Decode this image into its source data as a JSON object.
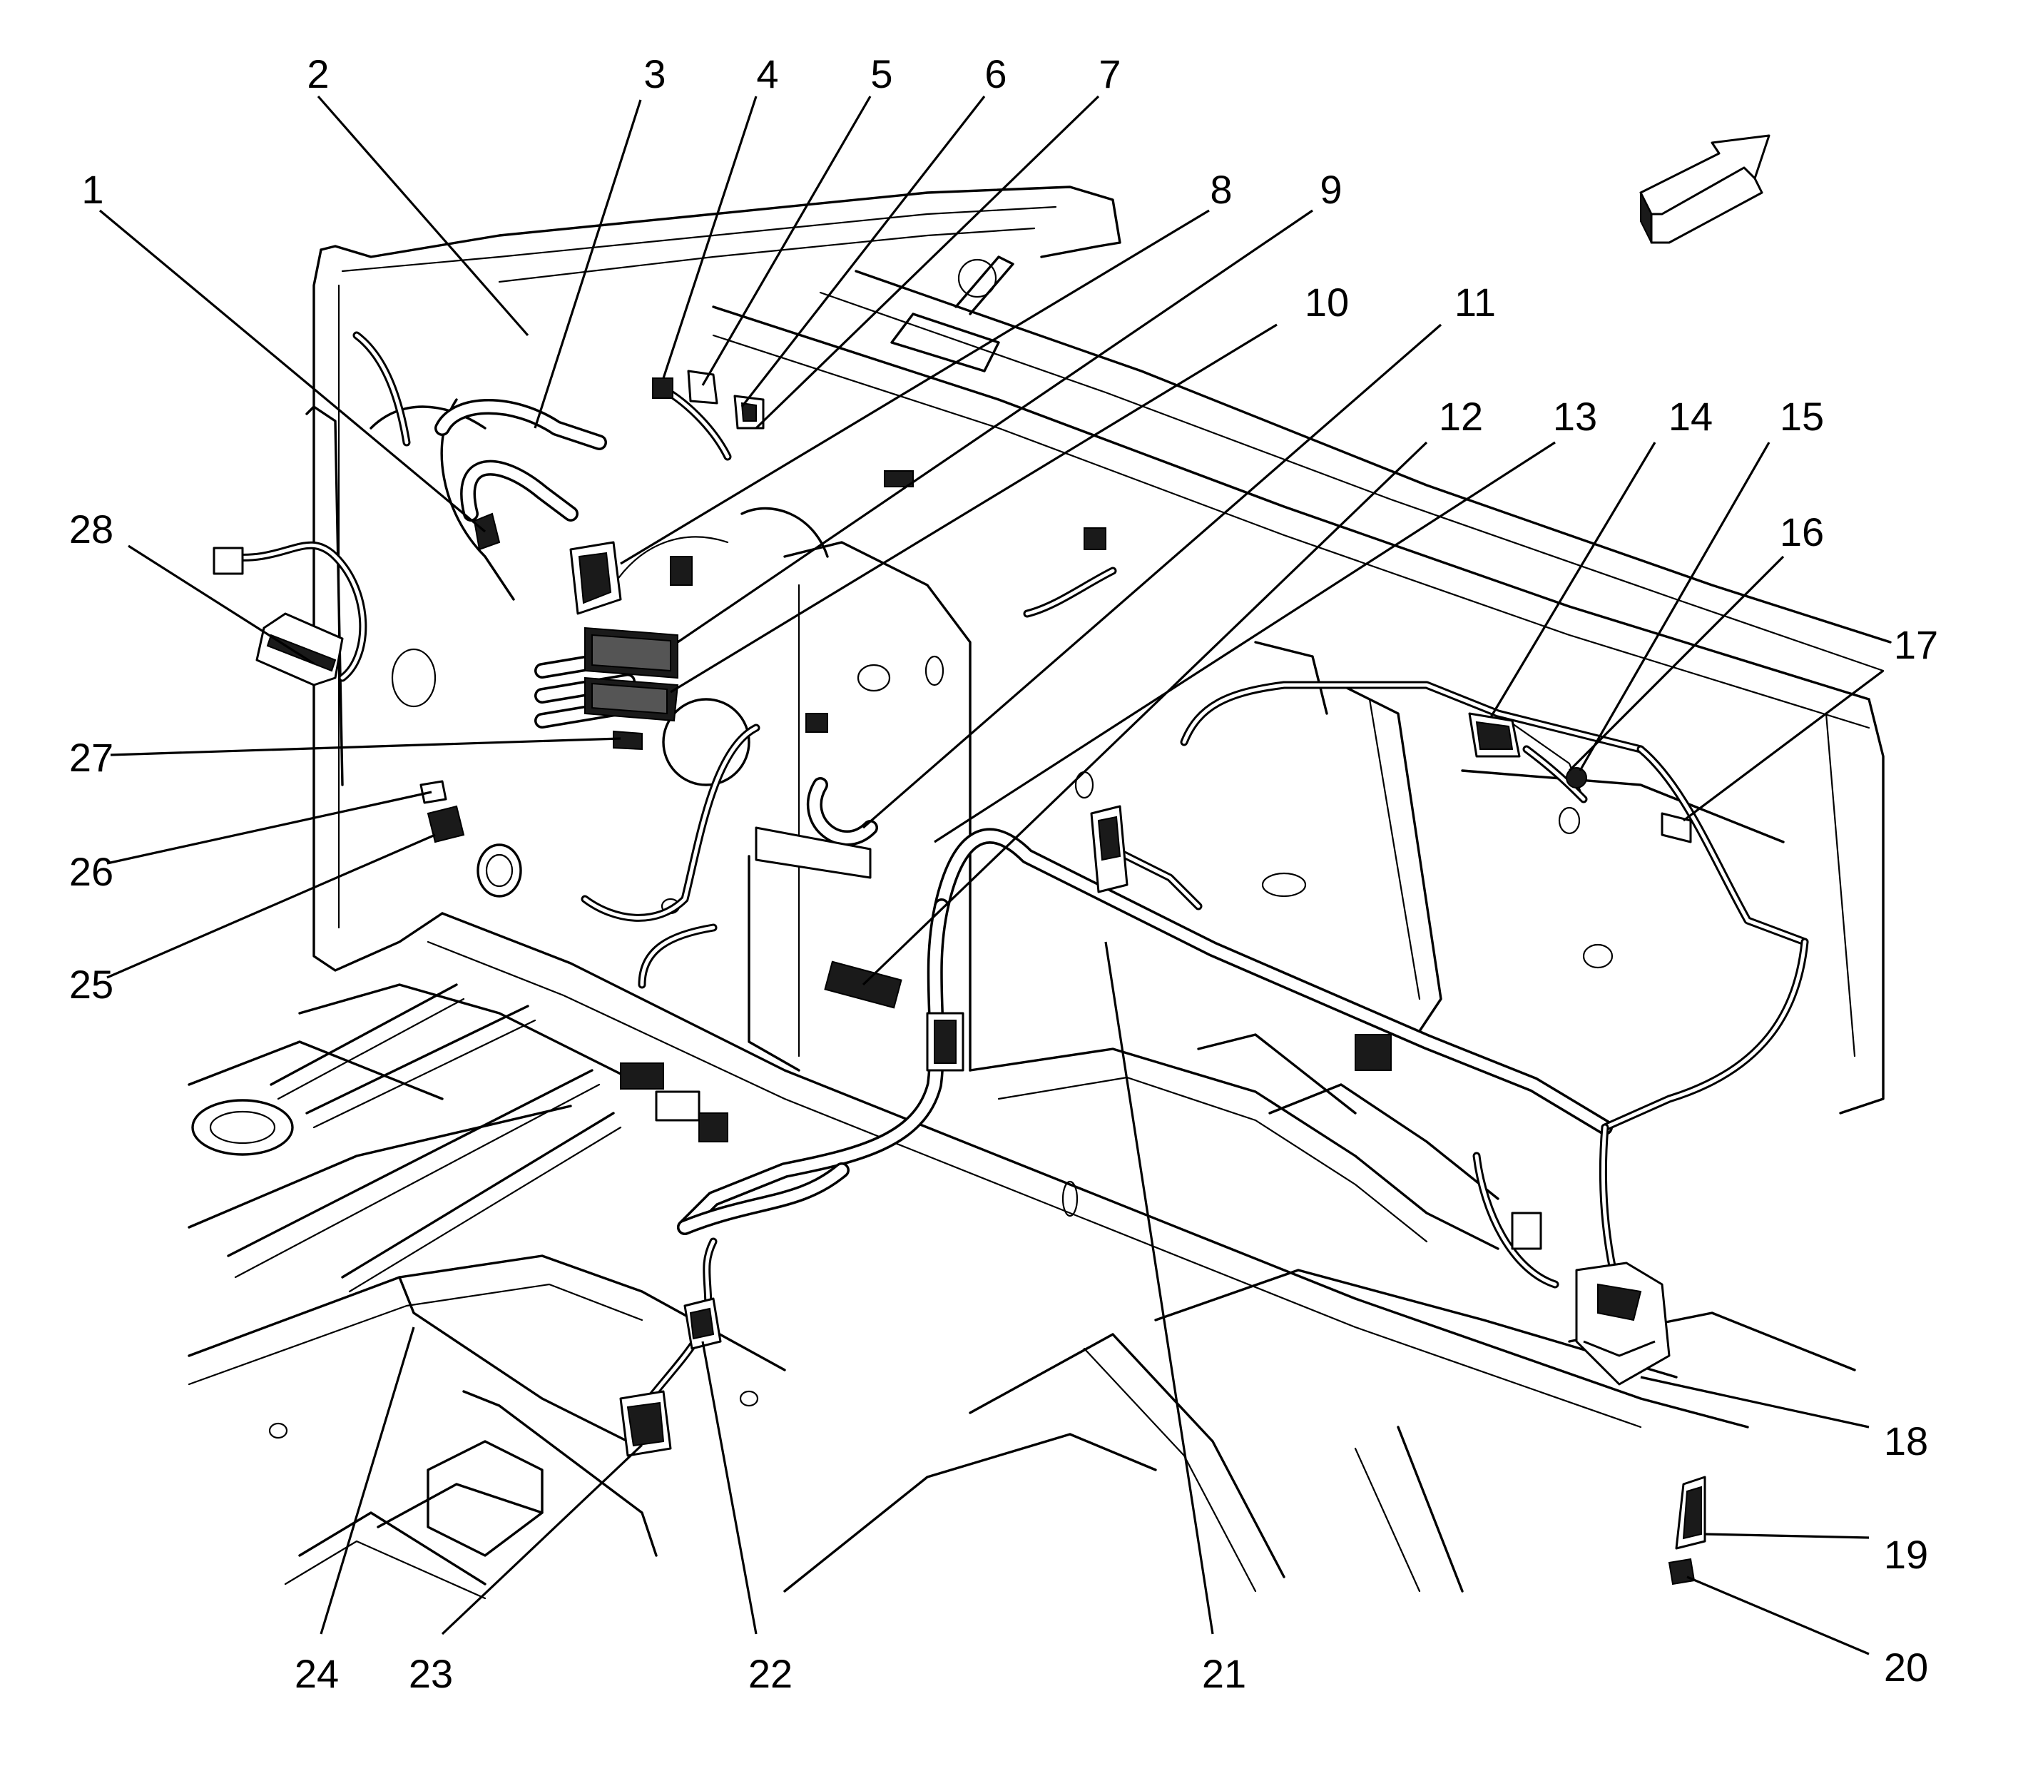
{
  "callouts": [
    "1",
    "2",
    "3",
    "4",
    "5",
    "6",
    "7",
    "8",
    "9",
    "10",
    "11",
    "12",
    "13",
    "14",
    "15",
    "16",
    "17",
    "18",
    "19",
    "20",
    "21",
    "22",
    "23",
    "24",
    "25",
    "26",
    "27",
    "28"
  ],
  "icons": {
    "direction_arrow": "forward-direction-arrow-icon"
  },
  "colors": {
    "line": "#000000",
    "background": "#ffffff"
  }
}
